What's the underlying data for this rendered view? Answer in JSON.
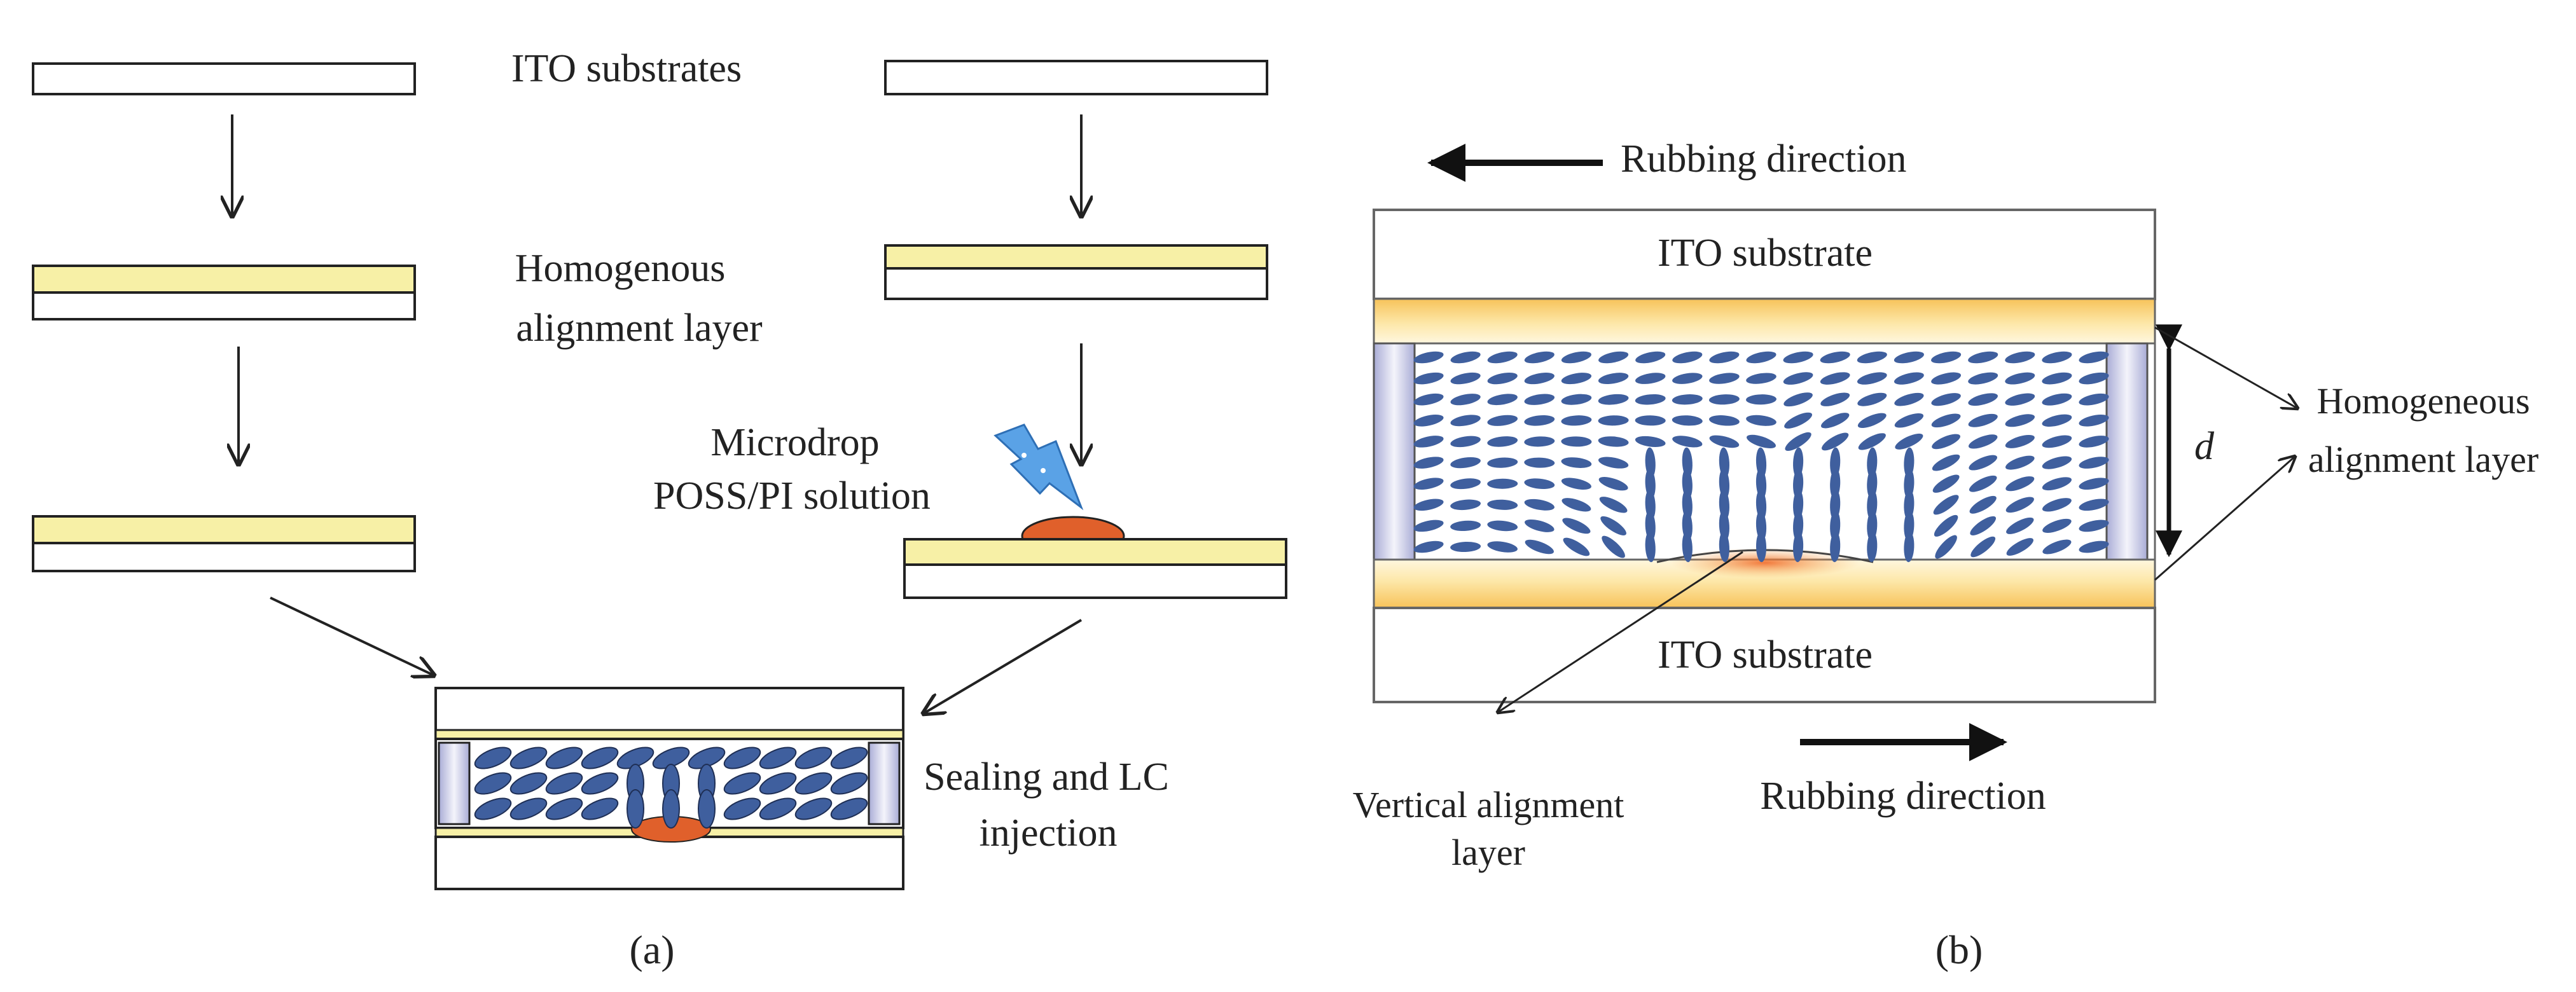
{
  "panel_a": {
    "label_ito": "ITO substrates",
    "label_homog_1": "Homogenous",
    "label_homog_2": "alignment layer",
    "label_microdrop_1": "Microdrop",
    "label_microdrop_2": "POSS/PI solution",
    "label_sealing_1": "Sealing and LC",
    "label_sealing_2": "injection",
    "caption": "(a)"
  },
  "panel_b": {
    "label_rub_top": "Rubbing direction",
    "label_ito_top": "ITO substrate",
    "label_ito_bottom": "ITO substrate",
    "label_d": "d",
    "label_homog_1": "Homogeneous",
    "label_homog_2": "alignment layer",
    "label_vert_1": "Vertical alignment",
    "label_vert_2": "layer",
    "label_rub_bottom": "Rubbing direction",
    "caption": "(b)"
  },
  "colors": {
    "alignment_layer": "#f7f0a6",
    "lc_molecule": "#3f5f9e",
    "poss_drop": "#e0602b",
    "spacer": "#c9cbe6",
    "outline": "#222222",
    "lightning": "#5aa2e6"
  }
}
